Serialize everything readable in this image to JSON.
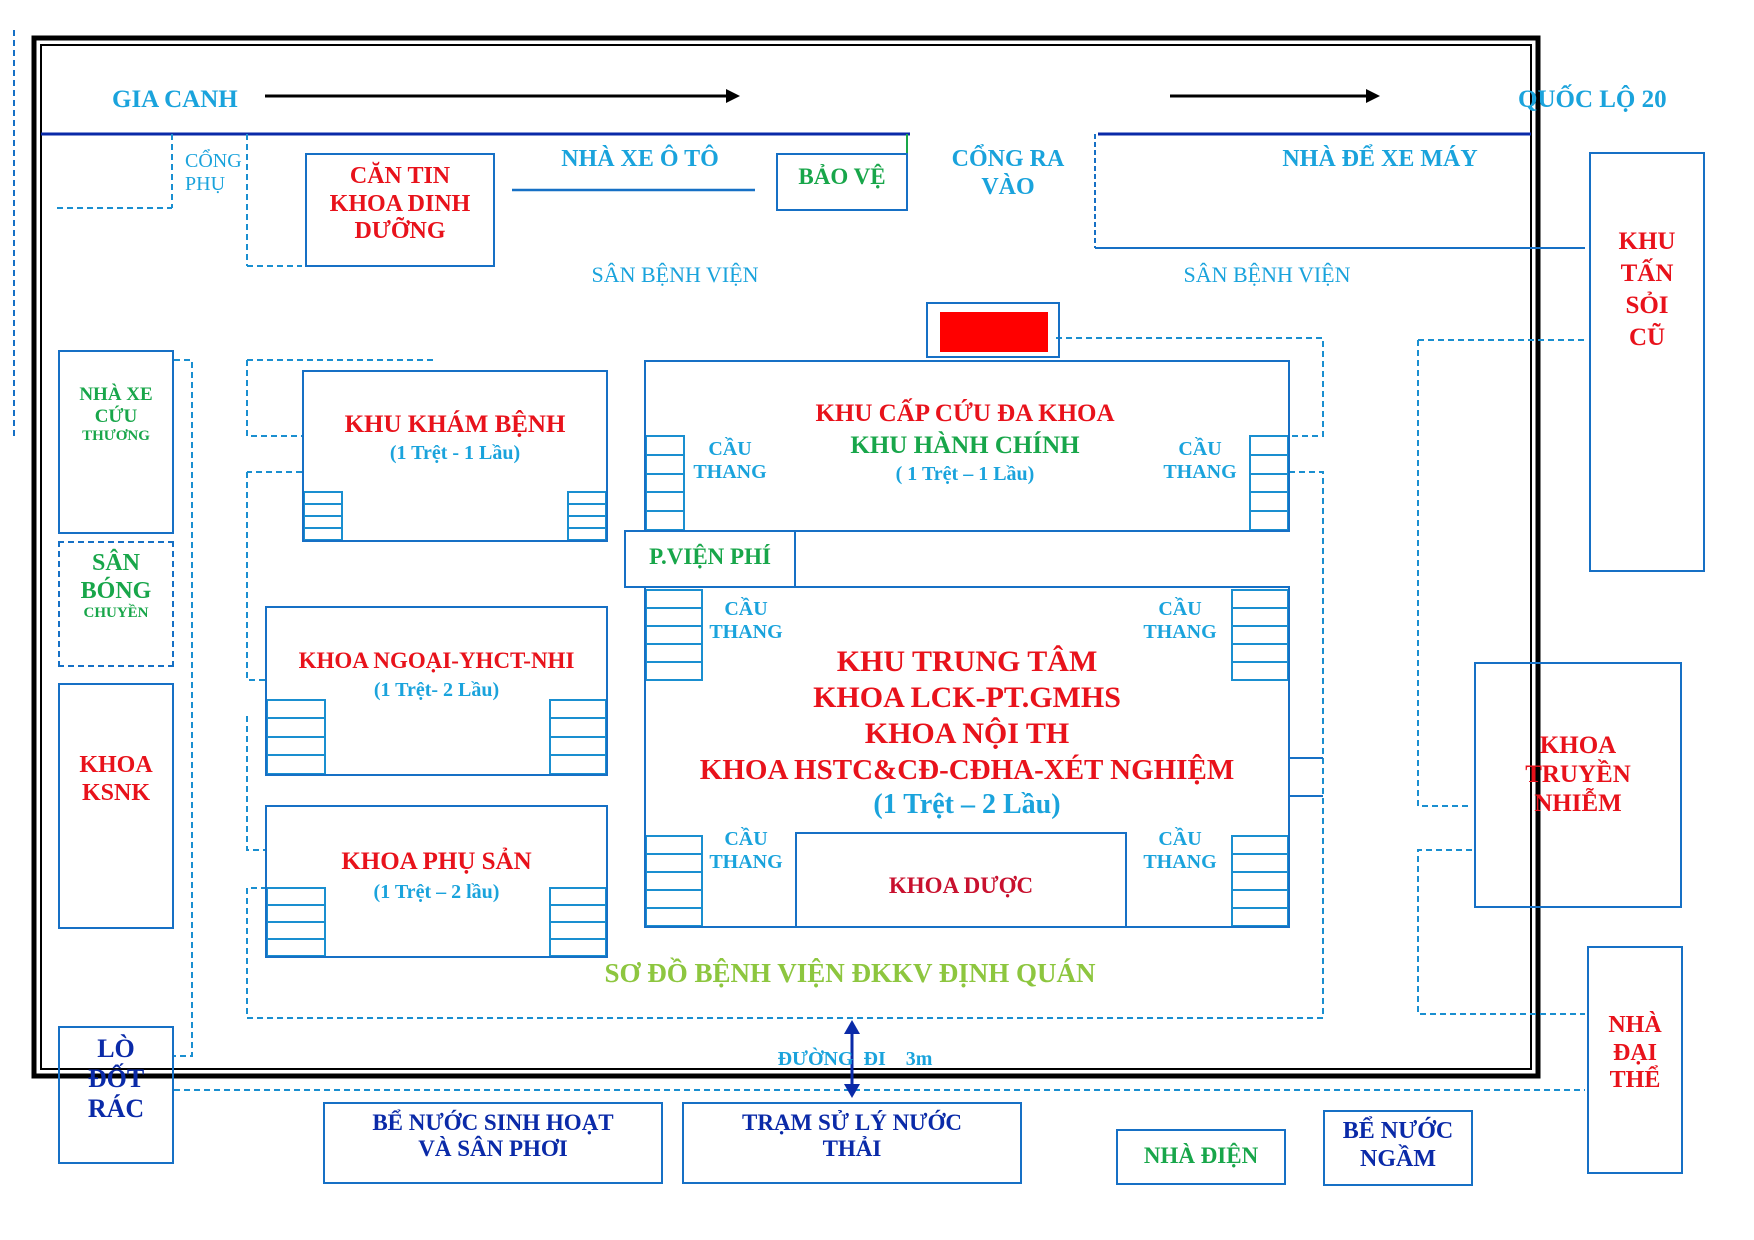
{
  "title": "SƠ ĐỒ BỆNH VIỆN ĐKKV ĐỊNH QUÁN",
  "roads": {
    "left": "GIA CANH",
    "right": "QUỐC LỘ 20",
    "path": "ĐƯỜNG  ĐI    3m"
  },
  "gates": {
    "side_line1": "CỔNG",
    "side_line2": "PHỤ",
    "main_line1": "CỔNG RA",
    "main_line2": "VÀO"
  },
  "parking": {
    "car": "NHÀ XE Ô TÔ",
    "moto": "NHÀ  ĐỂ XE MÁY",
    "ambulance_line1": "NHÀ XE",
    "ambulance_line2": "CỨU",
    "ambulance_line3": "THƯƠNG"
  },
  "yard": {
    "left": "SÂN BỆNH VIỆN",
    "right": "SÂN BỆNH VIỆN"
  },
  "buildings": {
    "canteen": [
      "CĂN TIN",
      "KHOA DINH",
      "DƯỠNG"
    ],
    "guard": "BẢO VỆ",
    "old_area": [
      "KHU",
      "TẤN",
      "SỎI",
      "CŨ"
    ],
    "sports": [
      "SÂN",
      "BÓNG",
      "CHUYỀN"
    ],
    "ksnk": [
      "KHOA",
      "KSNK"
    ],
    "incinerator": [
      "LÒ",
      "ĐỐT",
      "RÁC"
    ],
    "exam": {
      "name": "KHU KHÁM BỆNH",
      "floors": "(1 Trệt - 1 Lầu)"
    },
    "surgery": {
      "name": "KHOA NGOẠI-YHCT-NHI",
      "floors": "(1 Trệt- 2 Lầu)"
    },
    "obstetrics": {
      "name": "KHOA PHỤ SẢN",
      "floors": "(1 Trệt – 2 lầu)"
    },
    "emergency": {
      "name": "KHU CẤP CỨU ĐA KHOA",
      "admin": "KHU HÀNH CHÍNH",
      "floors": "( 1 Trệt – 1 Lầu)"
    },
    "fees": "P.VIỆN PHÍ",
    "central": {
      "line1": "KHU TRUNG TÂM",
      "line2": "KHOA LCK-PT.GMHS",
      "line3": "KHOA NỘI TH",
      "line4": "KHOA HSTC&CĐ-CĐHA-XÉT NGHIỆM",
      "floors": "(1 Trệt – 2 Lầu)"
    },
    "pharmacy": "KHOA DƯỢC",
    "infectious": [
      "KHOA",
      "TRUYỀN",
      "NHIỄM"
    ],
    "morgue": [
      "NHÀ",
      "ĐẠI",
      "THỂ"
    ],
    "water_tank": [
      "BỂ NƯỚC SINH HOẠT",
      "VÀ SÂN PHƠI"
    ],
    "wastewater": [
      "TRẠM SỬ LÝ NƯỚC",
      "THẢI"
    ],
    "power": "NHÀ ĐIỆN",
    "underground_tank": [
      "BỂ NƯỚC",
      "NGẦM"
    ]
  },
  "stairs_label": [
    "CẦU",
    "THANG"
  ],
  "colors": {
    "border": "#000000",
    "line": "#1670c5",
    "road": "#0a2aa8",
    "red": "#e8121b",
    "green": "#18a64a",
    "cyan": "#1aa3dc",
    "title": "#8dc63f",
    "marker": "#ff0000"
  }
}
